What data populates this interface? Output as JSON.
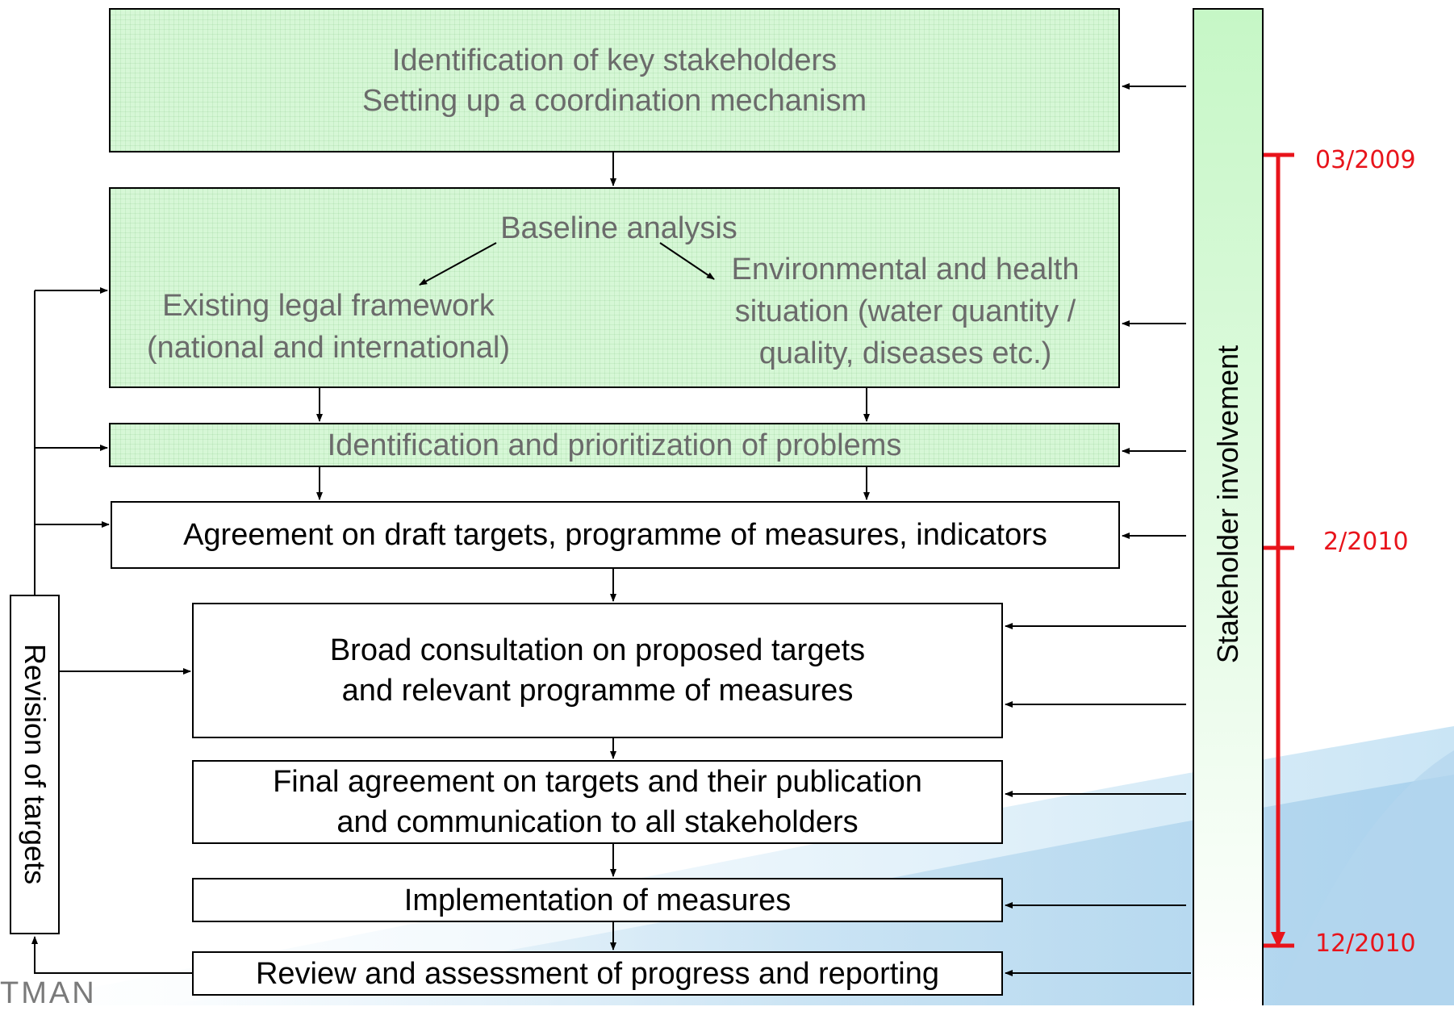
{
  "boxes": {
    "stakeholders": {
      "line1": "Identification of key stakeholders",
      "line2": "Setting up a coordination mechanism"
    },
    "baseline": {
      "title": "Baseline analysis",
      "legal_line1": "Existing legal framework",
      "legal_line2": "(national and international)",
      "env_line1": "Environmental and health",
      "env_line2": "situation (water quantity /",
      "env_line3": "quality, diseases etc.)"
    },
    "problems": {
      "line1": "Identification and prioritization of problems"
    },
    "draft": {
      "line1": "Agreement on draft targets, programme of measures, indicators"
    },
    "consultation": {
      "line1": "Broad consultation on proposed targets",
      "line2": "and relevant programme of measures"
    },
    "final": {
      "line1": "Final agreement on targets and their publication",
      "line2": "and communication to all stakeholders"
    },
    "implementation": {
      "line1": "Implementation of measures"
    },
    "review": {
      "line1": "Review and assessment of progress and reporting"
    }
  },
  "side": {
    "stakeholder_label": "Stakeholder involvement",
    "revision_label": "Revision of targets"
  },
  "timeline": {
    "dates": [
      "03/2009",
      "2/2010",
      "12/2010"
    ],
    "color": "#e8141b"
  },
  "logo_text": "TMAN",
  "colors": {
    "green_fill": "#d6f7d6",
    "gray_text": "#6b6b6b"
  }
}
